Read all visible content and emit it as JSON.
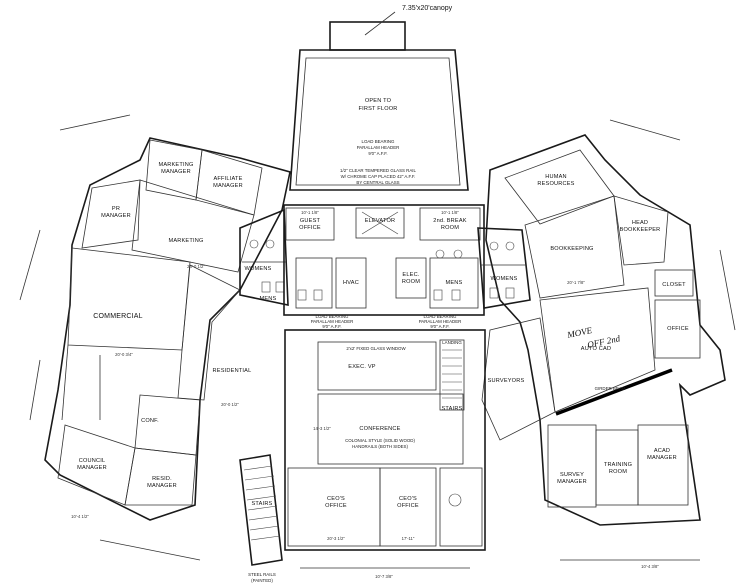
{
  "canopy_label": "7.35'x20'canopy",
  "open_to": {
    "line1": "OPEN TO",
    "line2": "FIRST FLOOR"
  },
  "header_top": {
    "line1": "LOAD BEARING",
    "line2": "PARALLAM HEADER",
    "line3": "9'0\" A.F.F."
  },
  "glass_note": {
    "line1": "1/2\" CLEAR TEMPERED GLASS RAIL",
    "line2": "W/ CHROME CAP PLACED 42\" A.F.F.",
    "line3": "BY CENTRAL GLASS"
  },
  "header_left": {
    "line1": "LOAD BEARING",
    "line2": "PARALLAM HEADER",
    "line3": "9'0\" A.F.F."
  },
  "header_right": {
    "line1": "LOAD BEARING",
    "line2": "PARALLAM HEADER",
    "line3": "9'0\" A.F.F."
  },
  "rooms": {
    "marketing_manager": {
      "line1": "MARKETING",
      "line2": "MANAGER"
    },
    "affiliate_manager": {
      "line1": "AFFILIATE",
      "line2": "MANAGER"
    },
    "pr_manager": {
      "line1": "PR",
      "line2": "MANAGER"
    },
    "marketing": "MARKETING",
    "commercial": "COMMERCIAL",
    "residential": "RESIDENTIAL",
    "conf_small": "CONF.",
    "council_manager": {
      "line1": "COUNCIL",
      "line2": "MANAGER"
    },
    "resid_manager": {
      "line1": "RESID.",
      "line2": "MANAGER"
    },
    "guest_office": {
      "line1": "GUEST",
      "line2": "OFFICE"
    },
    "elevator": "ELEVATOR",
    "break_room": {
      "line1": "2nd. BREAK",
      "line2": "ROOM"
    },
    "hvac": "HVAC",
    "elec_room": {
      "line1": "ELEC.",
      "line2": "ROOM"
    },
    "womens": "WOMENS",
    "mens_left": "MENS",
    "mens_right": "MENS",
    "womens_right": "WOMENS",
    "human_resources": {
      "line1": "HUMAN",
      "line2": "RESOURCES"
    },
    "head_bookkeeper": {
      "line1": "HEAD",
      "line2": "BOOKKEEPER"
    },
    "bookkeeping": "BOOKKEEPING",
    "closet": "CLOSET",
    "office_right": "OFFICE",
    "auto_cad": "AUTO CAD",
    "surveyors": "SURVEYORS",
    "fixed_glass": "2'x2' FIXED GLASS WINDOW",
    "exec_vp": "EXEC. VP",
    "landing": "LANDING",
    "stairs_center": "STAIRS",
    "conference": "CONFERENCE",
    "conference_note": {
      "line1": "COLONIAL STYLE (SOLID WOOD)",
      "line2": "HANDRAILS (BOTH SIDES)"
    },
    "ceo_office_1": {
      "line1": "CEO'S",
      "line2": "OFFICE"
    },
    "ceo_office_2": {
      "line1": "CEO'S",
      "line2": "OFFICE"
    },
    "stairs_left": "STAIRS",
    "survey_manager": {
      "line1": "SURVEY",
      "line2": "MANAGER"
    },
    "training_room": {
      "line1": "TRAINING",
      "line2": "ROOM"
    },
    "acad_manager": {
      "line1": "ACAD",
      "line2": "MANAGER"
    },
    "girder_beam": "GIRDER BEAM"
  },
  "steel_rails": {
    "line1": "STEEL RAILS",
    "line2": "(PAINTED)"
  },
  "handwritten": {
    "line1": "MOVE",
    "line2": "OFF 2nd"
  },
  "dims": {
    "marketing": "24'-0 1/2\"",
    "commercial": "20'-0 3/4\"",
    "residential": "20'-0 1/2\"",
    "bookkeeping": "20'-1 7/8\"",
    "ceo1": "20'-3 1/2\"",
    "ceo2": "17'-11\"",
    "bottom": "10'-7 3/8\"",
    "left_low": "10'-4 1/2\"",
    "right_low": "10'-4 3/8\"",
    "guest": "10'-1 1/8\"",
    "break": "10'-1 1/8\"",
    "conf_w": "14'-3 1/2\""
  }
}
